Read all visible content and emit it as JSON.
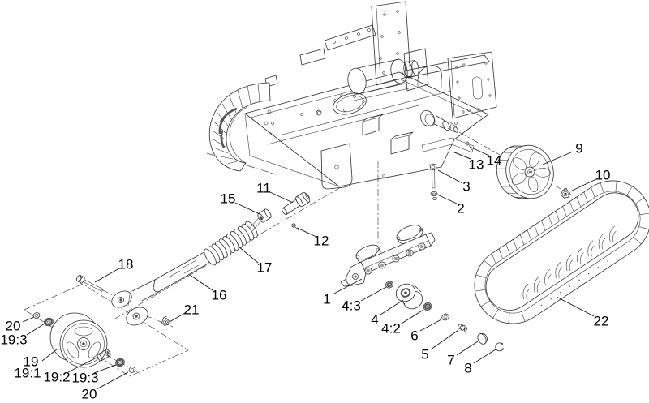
{
  "colors": {
    "background": "#ffffff",
    "line": "#2e2e2e",
    "label": "#000000"
  },
  "callouts": [
    {
      "text": "1"
    },
    {
      "text": "2"
    },
    {
      "text": "3"
    },
    {
      "text": "4"
    },
    {
      "text": "4:2"
    },
    {
      "text": "4:3"
    },
    {
      "text": "5"
    },
    {
      "text": "6"
    },
    {
      "text": "7"
    },
    {
      "text": "8"
    },
    {
      "text": "9"
    },
    {
      "text": "10"
    },
    {
      "text": "11"
    },
    {
      "text": "12"
    },
    {
      "text": "13"
    },
    {
      "text": "14"
    },
    {
      "text": "15"
    },
    {
      "text": "16"
    },
    {
      "text": "17"
    },
    {
      "text": "18"
    },
    {
      "text": "19"
    },
    {
      "text": "19:1"
    },
    {
      "text": "19:2"
    },
    {
      "text": "19:3"
    },
    {
      "text": "19:3"
    },
    {
      "text": "20"
    },
    {
      "text": "20"
    },
    {
      "text": "21"
    },
    {
      "text": "22"
    }
  ]
}
